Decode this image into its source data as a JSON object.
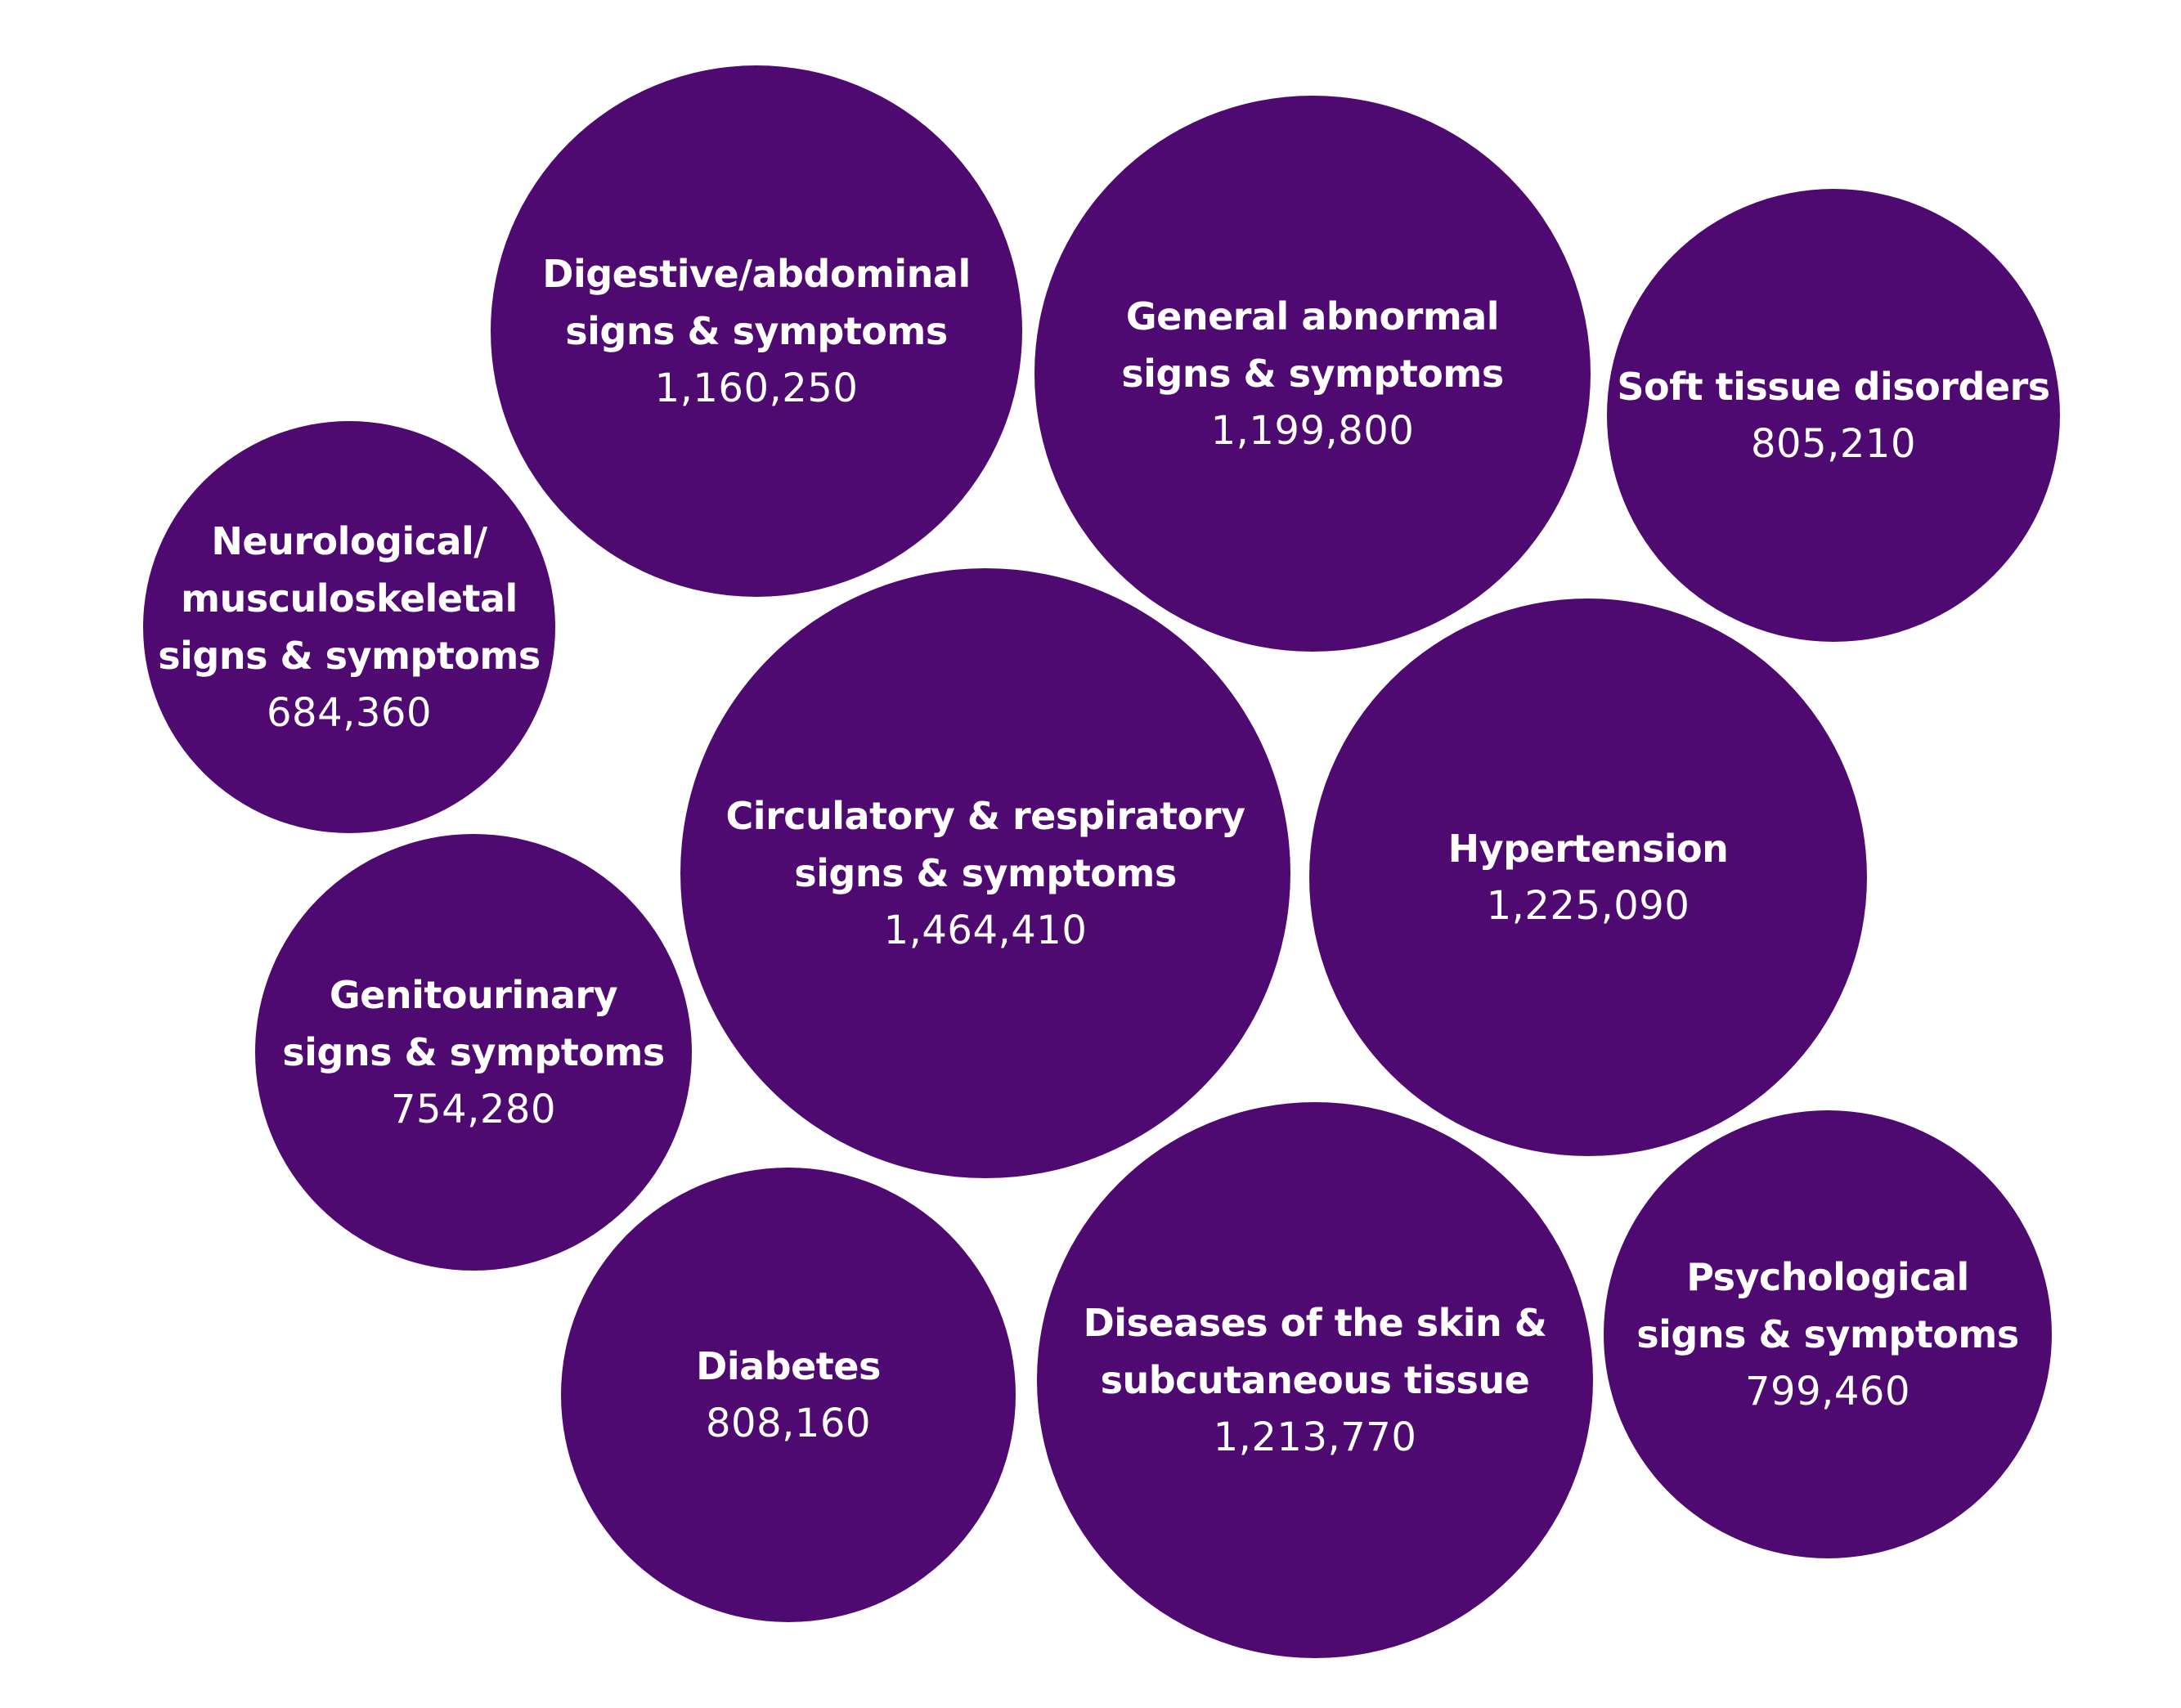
{
  "chart_data": {
    "type": "bubble",
    "color": "#4e0a70",
    "text_color": "#ffffff",
    "bubbles": [
      {
        "label": "Digestive/abdominal\nsigns & symptoms",
        "value": 1160250,
        "display_value": "1,160,250"
      },
      {
        "label": "General abnormal\nsigns & symptoms",
        "value": 1199800,
        "display_value": "1,199,800"
      },
      {
        "label": "Soft tissue disorders",
        "value": 805210,
        "display_value": "805,210"
      },
      {
        "label": "Neurological/\nmusculoskeletal\nsigns & symptoms",
        "value": 684360,
        "display_value": "684,360"
      },
      {
        "label": "Circulatory & respiratory\nsigns & symptoms",
        "value": 1464410,
        "display_value": "1,464,410"
      },
      {
        "label": "Hypertension",
        "value": 1225090,
        "display_value": "1,225,090"
      },
      {
        "label": "Genitourinary\nsigns & symptoms",
        "value": 754280,
        "display_value": "754,280"
      },
      {
        "label": "Diabetes",
        "value": 808160,
        "display_value": "808,160"
      },
      {
        "label": "Diseases of the skin &\nsubcutaneous tissue",
        "value": 1213770,
        "display_value": "1,213,770"
      },
      {
        "label": "Psychological\nsigns & symptoms",
        "value": 799460,
        "display_value": "799,460"
      }
    ]
  }
}
